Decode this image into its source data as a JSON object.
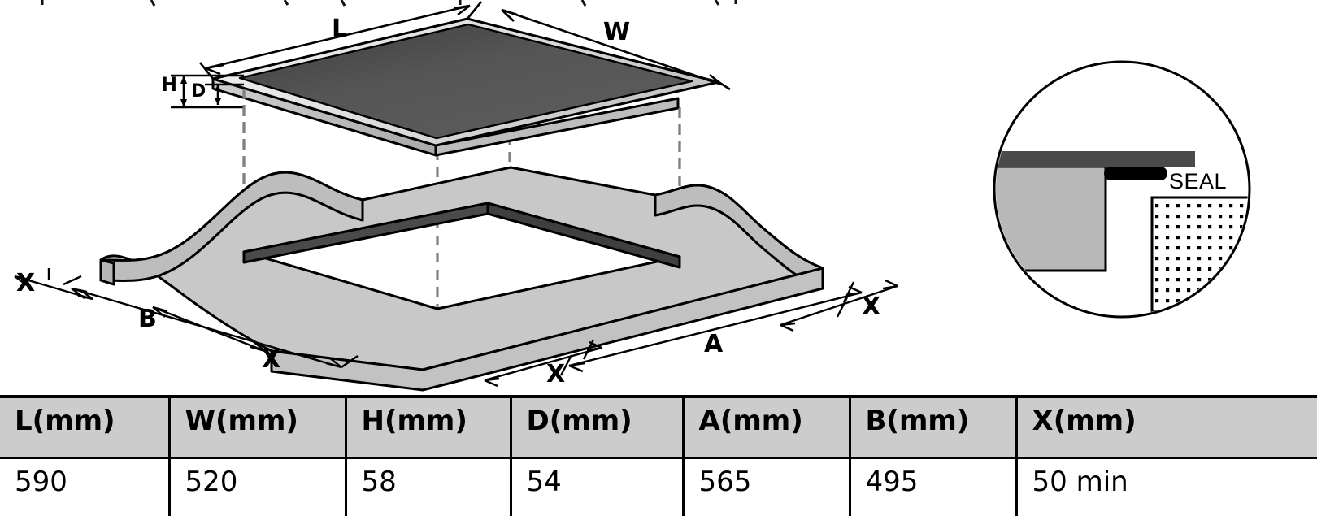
{
  "figure": {
    "kind": "installation-dimension-drawing",
    "subject": "built-in cooktop installation cut-out",
    "top_strip_note": "clipped text row at very top of image",
    "colors": {
      "glass_top_dark": "#4f4f4f",
      "glass_top_dark_edge": "#3a3a3a",
      "panel_edge_light": "#b8b8b8",
      "worktop_light": "#c8c8c8",
      "cutout_wall_dark": "#4a4a4a",
      "table_header_fill": "#cccccc",
      "outline": "#000000",
      "projection_dash": "#808080",
      "page_background": "#ffffff"
    },
    "hob_view": {
      "labels": [
        {
          "id": "L",
          "text": "L",
          "desc": "overall length of the hob glass panel"
        },
        {
          "id": "W",
          "text": "W",
          "desc": "overall width of the hob glass panel"
        },
        {
          "id": "H",
          "text": "H",
          "desc": "total height of the hob body"
        },
        {
          "id": "D",
          "text": "D",
          "desc": "inset depth below the glass flange"
        }
      ]
    },
    "worktop_view": {
      "labels": [
        {
          "id": "A",
          "text": "A",
          "desc": "cut-out length in the worktop"
        },
        {
          "id": "B",
          "text": "B",
          "desc": "cut-out width in the worktop"
        },
        {
          "id": "X1",
          "text": "X",
          "desc": "minimum clearance, left front"
        },
        {
          "id": "X2",
          "text": "X",
          "desc": "minimum clearance, left rear"
        },
        {
          "id": "X3",
          "text": "X",
          "desc": "minimum clearance, bottom centre"
        },
        {
          "id": "X4",
          "text": "X",
          "desc": "minimum clearance, right"
        }
      ]
    },
    "seal_detail": {
      "caption": "SEAL",
      "desc": "enlarged circular callout showing the gasket between hob flange and worktop"
    }
  },
  "table": {
    "headers": [
      "L(mm)",
      "W(mm)",
      "H(mm)",
      "D(mm)",
      "A(mm)",
      "B(mm)",
      "X(mm)",
      ""
    ],
    "rows": [
      [
        "590",
        "520",
        "58",
        "54",
        "565",
        "495",
        "50 min",
        ""
      ]
    ]
  }
}
